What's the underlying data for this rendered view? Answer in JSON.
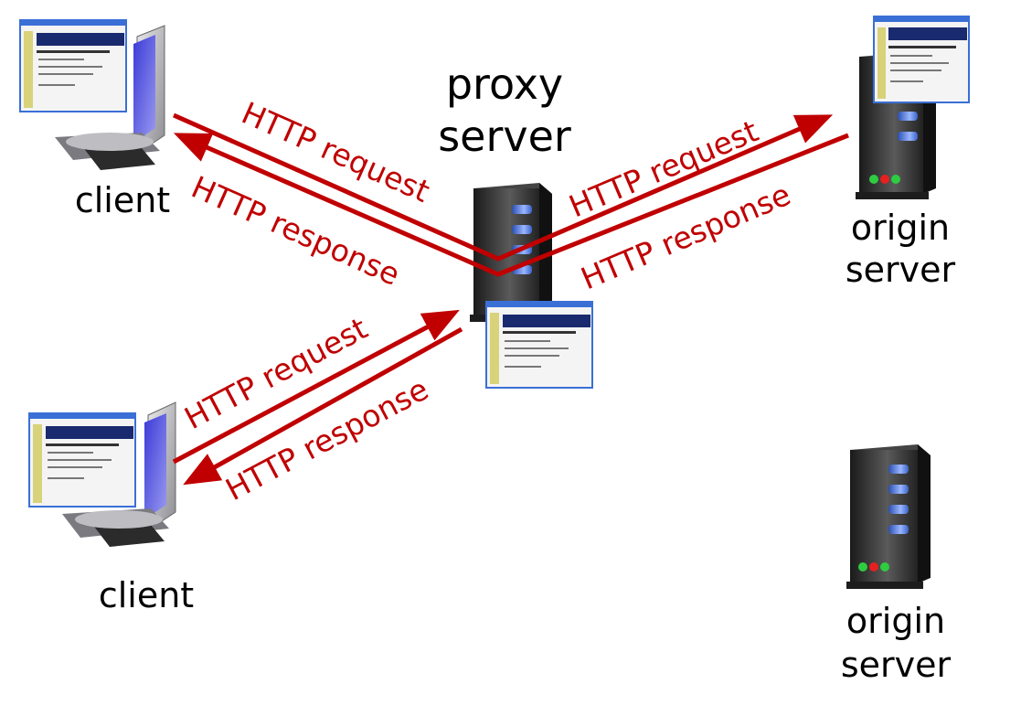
{
  "labels": {
    "proxy_line1": "proxy",
    "proxy_line2": "server",
    "client_top": "client",
    "client_bottom": "client",
    "origin_top_line1": "origin",
    "origin_top_line2": "server",
    "origin_bottom_line1": "origin",
    "origin_bottom_line2": "server"
  },
  "messages": {
    "top_client_request": "HTTP request",
    "top_client_response": "HTTP response",
    "origin_request": "HTTP request",
    "origin_response": "HTTP response",
    "bottom_client_request": "HTTP request",
    "bottom_client_response": "HTTP response"
  },
  "colors": {
    "arrow": "#c00000",
    "server_body": "#2e2e2e",
    "led_green": "#2ecc40",
    "led_red": "#e52020",
    "bay_blue": "#5a7fd8",
    "browser_banner": "#1a2a6e"
  }
}
